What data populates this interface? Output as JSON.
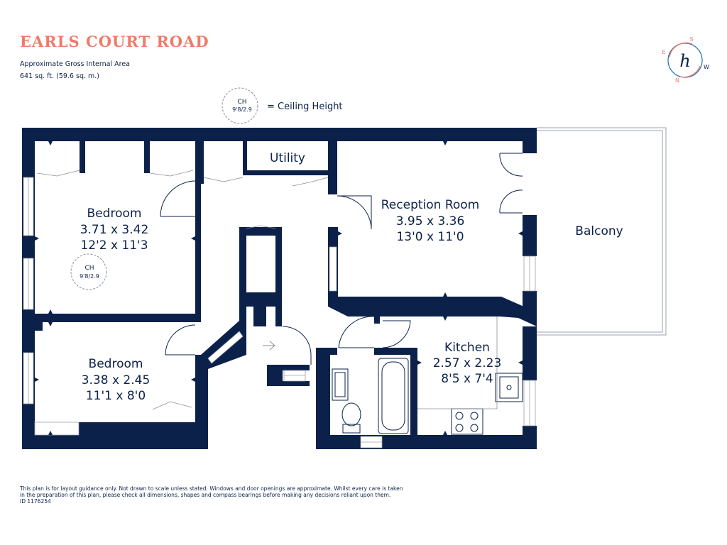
{
  "header": {
    "title": "EARLS COURT ROAD",
    "area_label": "Approximate Gross Internal Area",
    "area_value": "641 sq. ft. (59.6 sq. m.)"
  },
  "legend": {
    "ch_label": "CH",
    "ch_value": "9'8/2.9",
    "ch_meaning": "= Ceiling Height"
  },
  "compass": {
    "n": "N",
    "s": "S",
    "e": "E",
    "w": "W",
    "logo_letter": "h"
  },
  "rooms": {
    "bedroom1": {
      "name": "Bedroom",
      "metric": "3.71 x 3.42",
      "imperial": "12'2 x 11'3"
    },
    "bedroom2": {
      "name": "Bedroom",
      "metric": "3.38 x 2.45",
      "imperial": "11'1 x 8'0"
    },
    "reception": {
      "name": "Reception Room",
      "metric": "3.95 x 3.36",
      "imperial": "13'0 x 11'0"
    },
    "kitchen": {
      "name": "Kitchen",
      "metric": "2.57 x 2.23",
      "imperial": "8'5 x 7'4"
    },
    "utility": {
      "name": "Utility"
    },
    "balcony": {
      "name": "Balcony"
    }
  },
  "room_ch": {
    "label": "CH",
    "value": "9'8/2.9"
  },
  "footer": {
    "line1": "This plan is for layout guidance only. Not drawn to scale unless stated. Windows and door openings are approximate. Whilst every care is taken",
    "line2": "in the preparation of this plan, please check all dimensions, shapes and compass bearings before making any decisions reliant upon them.",
    "line3": "ID 1176254"
  },
  "colors": {
    "wall": "#0c2149",
    "accent": "#f07a6a",
    "compass_ring": "#1e6fb5"
  }
}
